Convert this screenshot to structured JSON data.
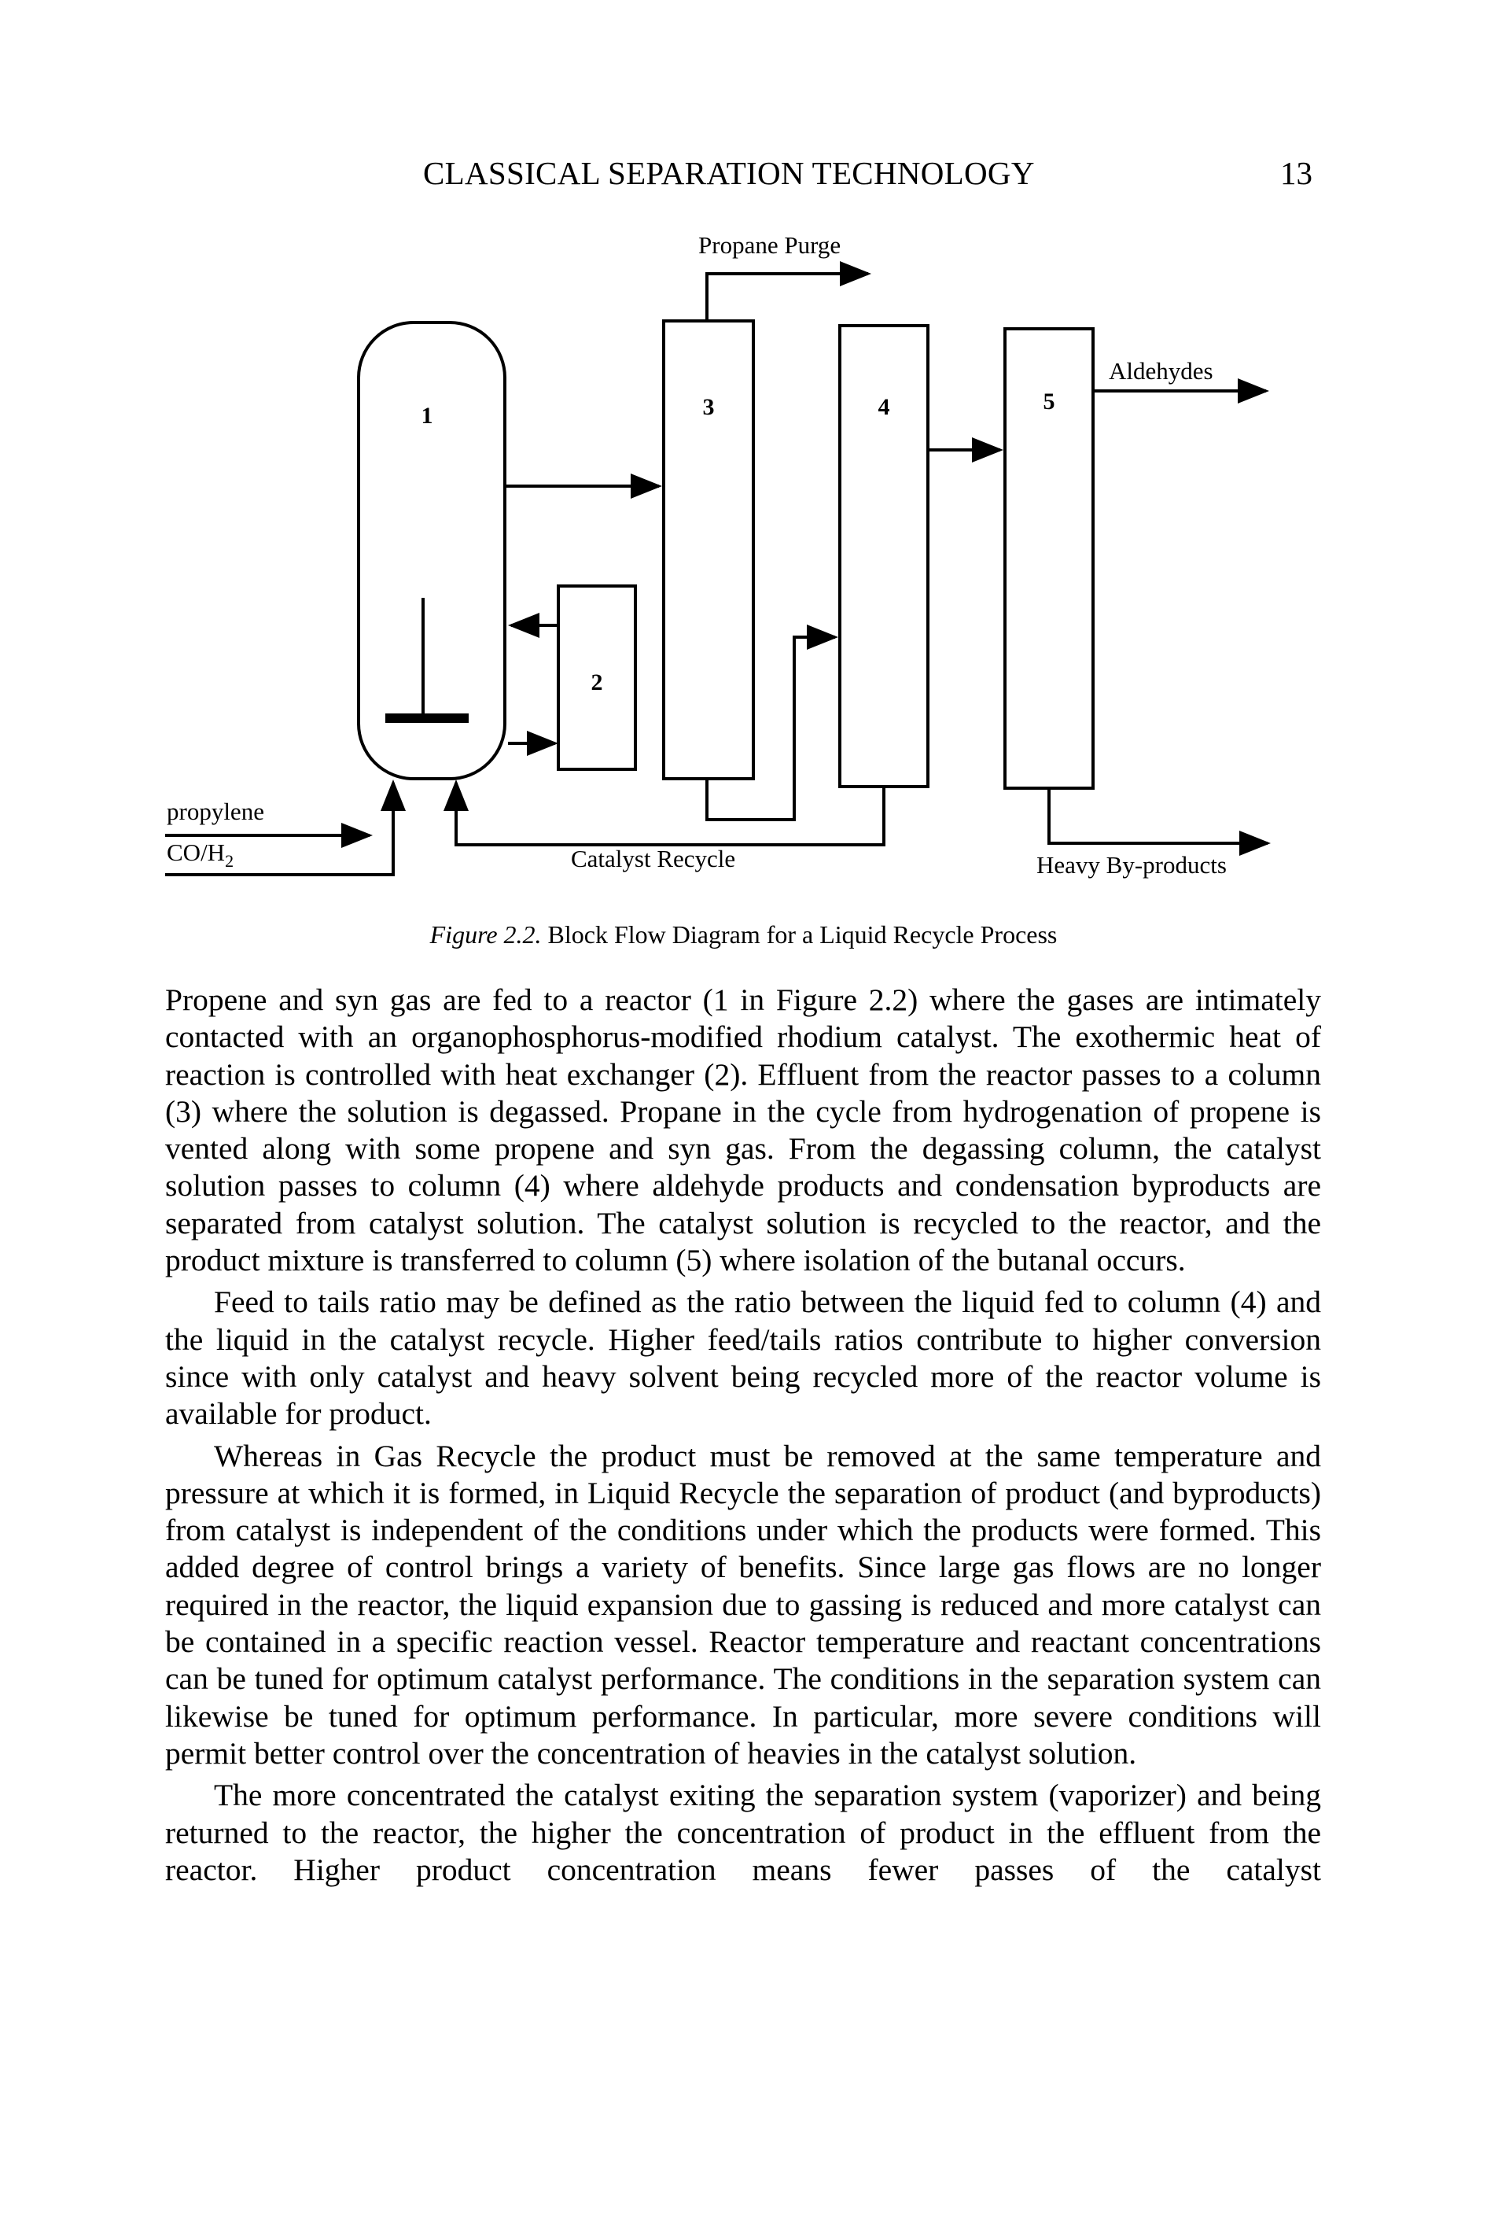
{
  "header": {
    "running_title": "CLASSICAL SEPARATION TECHNOLOGY",
    "page_number": "13"
  },
  "figure": {
    "units": {
      "u1": "1",
      "u2": "2",
      "u3": "3",
      "u4": "4",
      "u5": "5"
    },
    "labels": {
      "propane_purge": "Propane Purge",
      "aldehydes": "Aldehydes",
      "propylene": "propylene",
      "co_h2_main": "CO/H",
      "co_h2_sub": "2",
      "catalyst_recycle": "Catalyst Recycle",
      "heavy_byproducts": "Heavy By-products"
    },
    "caption_label": "Figure 2.2.",
    "caption_text": " Block Flow Diagram for a Liquid Recycle Process"
  },
  "body": {
    "paragraphs": [
      "Propene and syn gas are fed to a reactor (1 in Figure 2.2) where the gases are intimately contacted with an organophosphorus-modified rhodium catalyst. The exothermic heat of reaction is controlled with heat exchanger (2). Effluent from the reactor passes to a column (3) where the solution is degassed. Propane in the cycle from hydrogenation of propene is vented along with some propene and syn gas. From the degassing column, the catalyst solution passes to column (4) where aldehyde products and condensation byproducts are separated from catalyst solution. The catalyst solution is recycled to the reactor, and the product mixture is transferred to column (5) where isolation of the bu­tanal occurs.",
      "Feed to tails ratio may be defined as the ratio between the liquid fed to column (4) and the liquid in the catalyst recycle. Higher feed/tails ratios contribute to higher con­version since with only catalyst and heavy solvent being recycled more of the reactor volume is available for product.",
      "Whereas in Gas Recycle the product must be removed at the same temperature and pressure at which it is formed, in Liquid Recycle the separation of product (and by­products) from catalyst is independent of the conditions under which the products were formed. This added degree of control brings a variety of benefits. Since large gas flows are no longer required in the reactor, the liquid expansion due to gassing is reduced and more catalyst can be contained in a specific reaction vessel. Reactor temperature and reactant concentrations can be tuned for optimum catalyst performance. The conditions in the separation system can likewise be tuned for optimum performance. In particular, more severe conditions will permit better control over the concentration of heavies in the catalyst solution.",
      "The more concentrated the catalyst exiting the separation system (vaporizer) and being returned to the reactor, the higher the concentration of product in the effluent from the reactor. Higher product concentration means fewer passes of the catalyst"
    ]
  }
}
